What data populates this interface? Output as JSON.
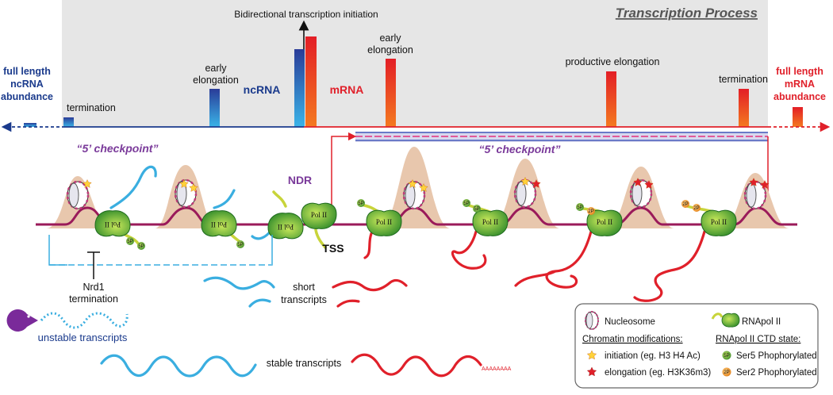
{
  "header": {
    "title": "Transcription Process",
    "bidirectional": "Bidirectional transcription initiation"
  },
  "left": {
    "full_length": [
      "full length",
      "ncRNA",
      "abundance"
    ],
    "termination": "termination",
    "early_elongation": [
      "early",
      "elongation"
    ],
    "ncrna": "ncRNA",
    "checkpoint": "“5’ checkpoint”",
    "nrd1": [
      "Nrd1",
      "termination"
    ],
    "unstable": "unstable transcripts"
  },
  "center": {
    "ndr": "NDR",
    "tss": "TSS",
    "short": [
      "short",
      "transcripts"
    ],
    "stable": "stable transcripts"
  },
  "right": {
    "mrna": "mRNA",
    "early_elongation": [
      "early",
      "elongation"
    ],
    "productive": "productive elongation",
    "termination": "termination",
    "full_length": [
      "full length",
      "mRNA",
      "abundance"
    ],
    "checkpoint": "“5’ checkpoint”",
    "polyA": "AAAAAAAA"
  },
  "polymerase_label": "Pol II",
  "marks": {
    "ser5": "5P",
    "ser2": "2P"
  },
  "legend": {
    "nucleosome": "Nucleosome",
    "rnapol": "RNApol II",
    "chromatin_title": "Chromatin modifications:",
    "initiation": "initiation (eg. H3 H4 Ac)",
    "elongation": "elongation (eg. H3K36m3)",
    "ctd_title": "RNApol II CTD state:",
    "ser5": "Ser5 Phophorylated",
    "ser2": "Ser2 Phophorylated"
  },
  "colors": {
    "ncrna_blue": "#1a3a8c",
    "mrna_red": "#e0202a",
    "checkpoint_purple": "#7a3a9a",
    "transcript_blue": "#3aaee0",
    "panel_gray": "#e6e6e6",
    "polymerase_green": "#3a9a2a",
    "nucleosome_pink": "#c23a7a",
    "peak_tan": "#e8c7ad"
  }
}
